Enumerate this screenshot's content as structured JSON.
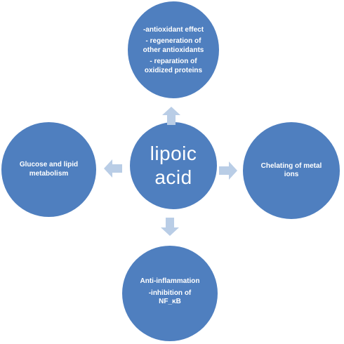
{
  "diagram": {
    "center": {
      "lines": [
        "lipoic",
        "acid"
      ]
    },
    "top": {
      "groups": [
        [
          "-antioxidant effect"
        ],
        [
          "- regeneration of",
          "other antioxidants"
        ],
        [
          "- reparation of",
          "oxidized proteins"
        ]
      ]
    },
    "left": {
      "lines": [
        "Glucose and lipid",
        "metabolism"
      ]
    },
    "right": {
      "lines": [
        "Chelating of metal",
        "ions"
      ]
    },
    "bottom": {
      "groups": [
        [
          "Anti-inflammation"
        ],
        [
          "-inhibition of",
          "NF_κB"
        ]
      ]
    },
    "colors": {
      "node_fill": "#4f7fbf",
      "arrow_fill": "#b9cde6",
      "text": "#ffffff",
      "background": "#ffffff"
    }
  }
}
